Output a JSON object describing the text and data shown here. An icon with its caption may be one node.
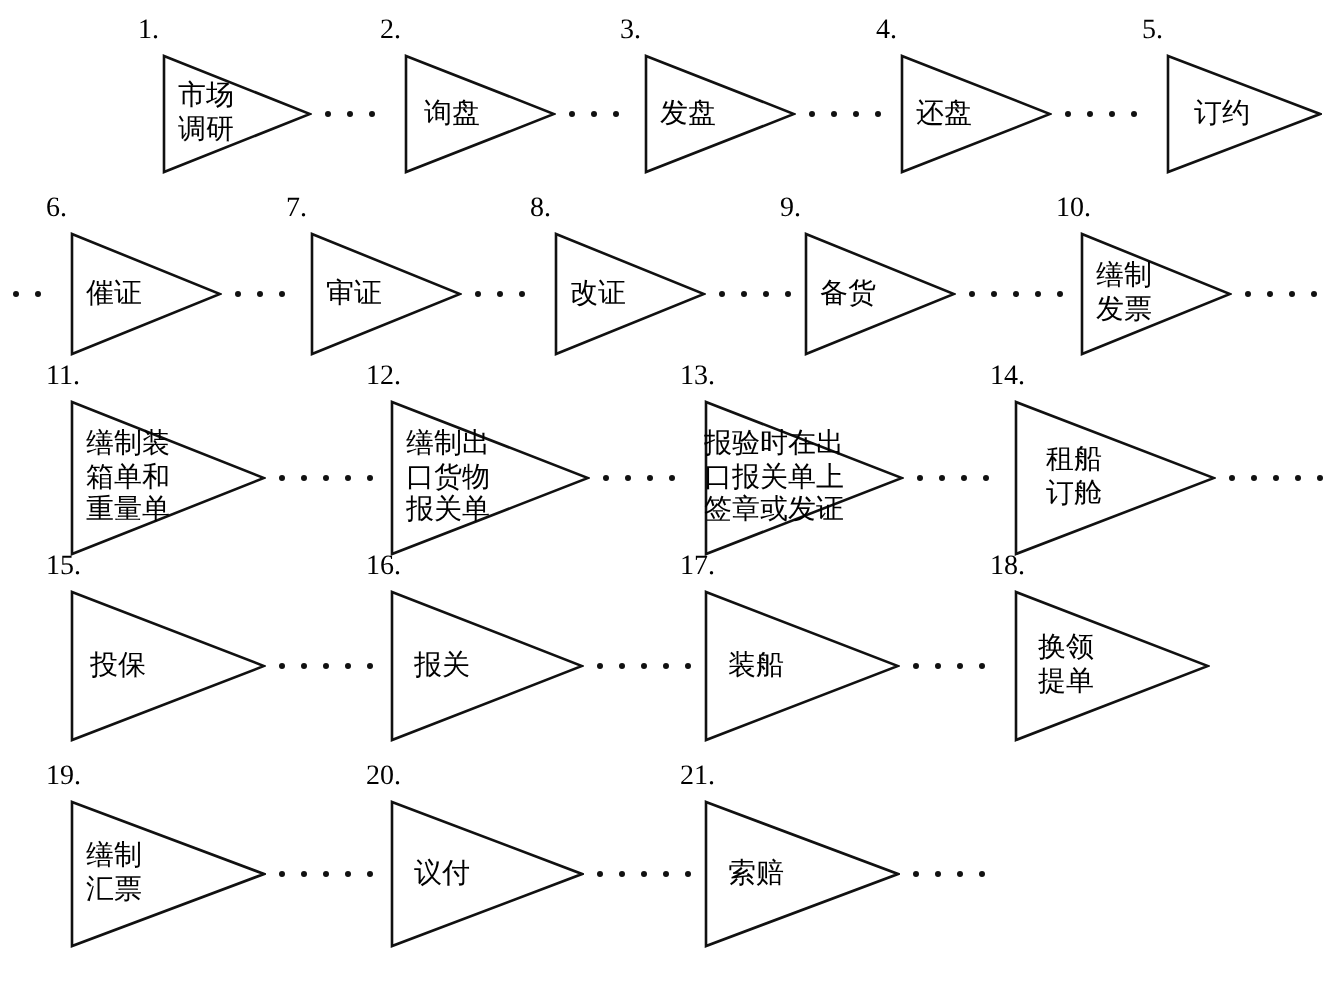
{
  "diagram": {
    "nodes": [
      {
        "text": [
          "市场调研"
        ],
        "beside": [
          "1."
        ]
      },
      {
        "text": [
          "询盘"
        ],
        "beside": [
          "2."
        ]
      },
      {
        "text": [
          "发盘"
        ],
        "beside": [
          "3."
        ]
      },
      {
        "text": [
          "还盘"
        ],
        "beside": [
          "4."
        ]
      },
      {
        "text": [
          "订约"
        ],
        "beside": [
          "5."
        ]
      },
      {
        "text": [
          "催证"
        ],
        "beside": [
          "6."
        ]
      },
      {
        "text": [
          "审证"
        ],
        "beside": [
          "7."
        ]
      },
      {
        "text": [
          "改证"
        ],
        "beside": [
          "8."
        ]
      },
      {
        "text": [
          "备货"
        ],
        "beside": [
          "9."
        ]
      },
      {
        "text": [
          "缮制发票"
        ],
        "beside": [
          "10."
        ]
      },
      {
        "text": [
          "缮制装箱单和重量单"
        ],
        "beside": [
          "11."
        ]
      },
      {
        "text": [
          "缮制出口货物报关单"
        ],
        "beside": [
          "12."
        ]
      },
      {
        "text": [
          "报验时在出口报关单上签章或发证"
        ],
        "beside": [
          "13."
        ]
      },
      {
        "text": [
          "租船订舱"
        ],
        "beside": [
          "14."
        ]
      },
      {
        "text": [
          "投保"
        ],
        "beside": [
          "15."
        ]
      },
      {
        "text": [
          "报关"
        ],
        "beside": [
          "16."
        ]
      },
      {
        "text": [
          "装船"
        ],
        "beside": [
          "17."
        ]
      },
      {
        "text": [
          "换领提单"
        ],
        "beside": [
          "18."
        ]
      },
      {
        "text": [
          "缮制汇票"
        ],
        "beside": [
          "19."
        ]
      },
      {
        "text": [
          "议付"
        ],
        "beside": [
          "20."
        ]
      },
      {
        "text": [
          "索赔"
        ],
        "beside": [
          "21."
        ]
      }
    ],
    "edges": [
      {
        "from": 0,
        "to": 1,
        "arrow": "none",
        "style": "dashed"
      },
      {
        "from": 1,
        "to": 2,
        "arrow": "none",
        "style": "dashed"
      },
      {
        "from": 2,
        "to": 3,
        "arrow": "none",
        "style": "dashed"
      },
      {
        "from": 3,
        "to": 4,
        "arrow": "none",
        "style": "dashed"
      },
      {
        "from": null,
        "to": 5,
        "arrow": "none",
        "style": "dashed"
      },
      {
        "from": 5,
        "to": 6,
        "arrow": "none",
        "style": "dashed"
      },
      {
        "from": 6,
        "to": 7,
        "arrow": "none",
        "style": "dashed"
      },
      {
        "from": 7,
        "to": 8,
        "arrow": "none",
        "style": "dashed"
      },
      {
        "from": 8,
        "to": 9,
        "arrow": "none",
        "style": "dashed"
      },
      {
        "from": 9,
        "to": null,
        "arrow": "none",
        "style": "dashed"
      },
      {
        "from": 10,
        "to": 11,
        "arrow": "none",
        "style": "dashed"
      },
      {
        "from": 11,
        "to": 12,
        "arrow": "none",
        "style": "dashed"
      },
      {
        "from": 12,
        "to": 13,
        "arrow": "none",
        "style": "dashed"
      },
      {
        "from": 13,
        "to": null,
        "arrow": "none",
        "style": "dashed"
      },
      {
        "from": 14,
        "to": 15,
        "arrow": "none",
        "style": "dashed"
      },
      {
        "from": 15,
        "to": 16,
        "arrow": "none",
        "style": "dashed"
      },
      {
        "from": 16,
        "to": 17,
        "arrow": "none",
        "style": "dashed"
      },
      {
        "from": 18,
        "to": 19,
        "arrow": "none",
        "style": "dashed"
      },
      {
        "from": 19,
        "to": 20,
        "arrow": "none",
        "style": "dashed"
      },
      {
        "from": 20,
        "to": null,
        "arrow": "none",
        "style": "dashed"
      }
    ]
  }
}
